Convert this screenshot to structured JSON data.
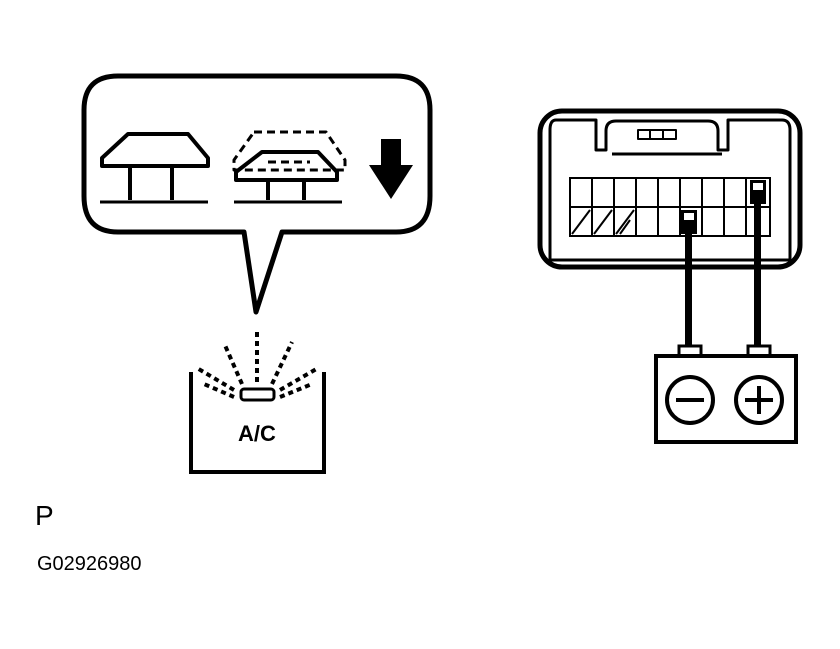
{
  "switch_label": "A/C",
  "figure_letter": "P",
  "figure_code": "G02926980",
  "connector": {
    "negative_symbol": "−",
    "positive_symbol": "+"
  },
  "icons": {
    "press": "arrow-down-icon"
  }
}
